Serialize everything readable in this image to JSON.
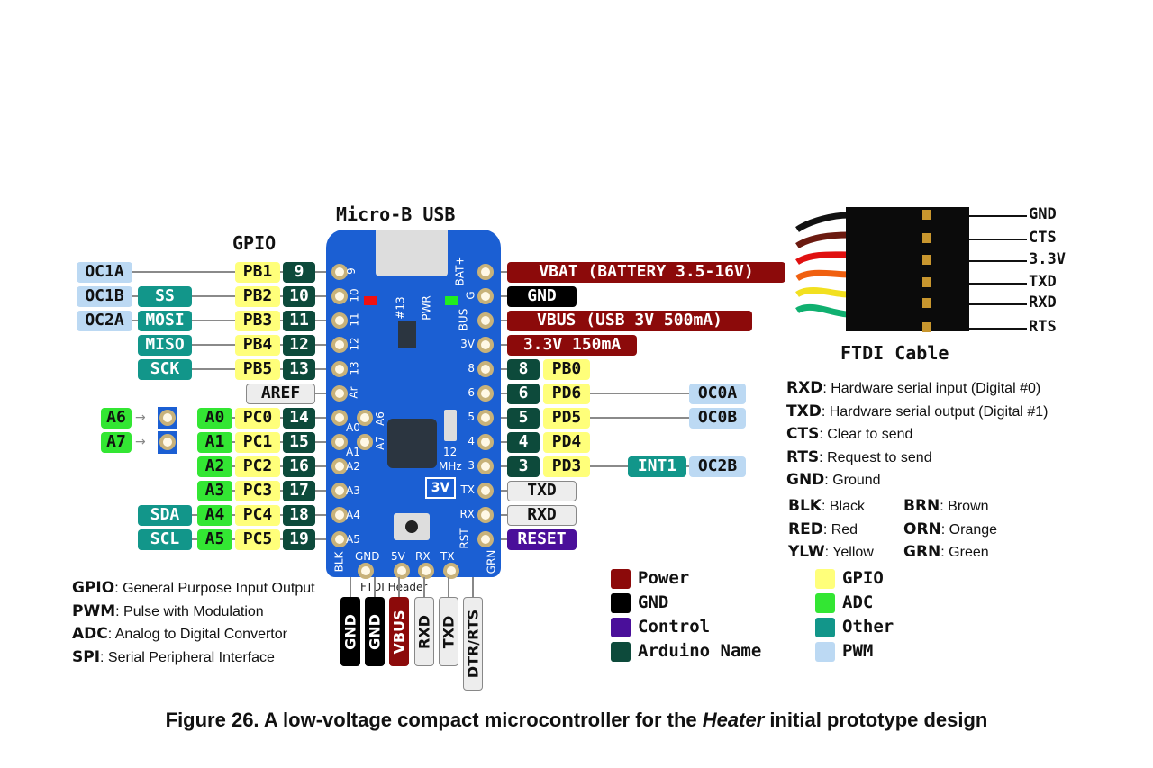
{
  "headings": {
    "usb": "Micro-B USB",
    "gpio": "GPIO",
    "ftdi_cable": "FTDI Cable",
    "ftdi_header": "FTDI Header"
  },
  "left_rows": [
    {
      "pwm": "OC1A",
      "gpio": "PB1",
      "num": "9"
    },
    {
      "pwm": "OC1B",
      "other": "SS",
      "gpio": "PB2",
      "num": "10"
    },
    {
      "pwm": "OC2A",
      "other": "MOSI",
      "gpio": "PB3",
      "num": "11"
    },
    {
      "other": "MISO",
      "gpio": "PB4",
      "num": "12"
    },
    {
      "other": "SCK",
      "gpio": "PB5",
      "num": "13"
    },
    {
      "aref": "AREF"
    },
    {
      "adc_extra": "A6",
      "adc": "A0",
      "gpio": "PC0",
      "num": "14",
      "pad": "A6"
    },
    {
      "adc_extra": "A7",
      "adc": "A1",
      "gpio": "PC1",
      "num": "15",
      "pad": "A7"
    },
    {
      "adc": "A2",
      "gpio": "PC2",
      "num": "16"
    },
    {
      "adc": "A3",
      "gpio": "PC3",
      "num": "17"
    },
    {
      "other": "SDA",
      "adc": "A4",
      "gpio": "PC4",
      "num": "18"
    },
    {
      "other": "SCL",
      "adc": "A5",
      "gpio": "PC5",
      "num": "19"
    }
  ],
  "right_rows": [
    {
      "power": "VBAT (BATTERY 3.5-16V)"
    },
    {
      "ground": "GND"
    },
    {
      "power": "VBUS (USB 3V 500mA)"
    },
    {
      "power": "3.3V 150mA"
    },
    {
      "num": "8",
      "gpio": "PB0"
    },
    {
      "num": "6",
      "gpio": "PD6",
      "pwm": "OC0A"
    },
    {
      "num": "5",
      "gpio": "PD5",
      "pwm": "OC0B"
    },
    {
      "num": "4",
      "gpio": "PD4"
    },
    {
      "num": "3",
      "gpio": "PD3",
      "other": "INT1",
      "pwm": "OC2B"
    },
    {
      "serial": "TXD"
    },
    {
      "serial": "RXD"
    },
    {
      "control": "RESET"
    }
  ],
  "board": {
    "left_pins": [
      "9",
      "10",
      "11",
      "12",
      "13",
      "Ar",
      "A0",
      "A1",
      "A2",
      "A3",
      "A4",
      "A5"
    ],
    "inner_pins": [
      "A6",
      "A7"
    ],
    "right_pins": [
      "BAT+",
      "G",
      "BUS",
      "3V",
      "8",
      "6",
      "5",
      "4",
      "3",
      "TX",
      "RX",
      "RST"
    ],
    "bottom_pins": [
      "BLK",
      "GND",
      "5V",
      "RX",
      "TX",
      "GRN"
    ],
    "led_labels": [
      "#13",
      "PWR"
    ],
    "crystal": [
      "12",
      "MHz"
    ],
    "voltage_badge": "3V"
  },
  "ftdi_header_pins": [
    {
      "label": "GND",
      "color": "#000000"
    },
    {
      "label": "GND",
      "color": "#000000"
    },
    {
      "label": "VBUS",
      "color": "#8c0a0a"
    },
    {
      "label": "RXD",
      "color": "#ededed"
    },
    {
      "label": "TXD",
      "color": "#ededed"
    },
    {
      "label": "DTR/RTS",
      "color": "#ededed"
    }
  ],
  "ftdi_cable_pins": [
    "GND",
    "CTS",
    "3.3V",
    "TXD",
    "RXD",
    "RTS"
  ],
  "ftdi_wire_colors": [
    "#111111",
    "#6b1a10",
    "#e01010",
    "#f06010",
    "#f2e020",
    "#10b070"
  ],
  "definitions": [
    {
      "term": "RXD",
      "text": ": Hardware serial input (Digital #0)"
    },
    {
      "term": "TXD",
      "text": ": Hardware serial output (Digital #1)"
    },
    {
      "term": "CTS",
      "text": ": Clear to send"
    },
    {
      "term": "RTS",
      "text": ": Request to send"
    },
    {
      "term": "GND",
      "text": ": Ground"
    }
  ],
  "wire_colors": [
    {
      "term": "BLK",
      "text": ": Black"
    },
    {
      "term": "BRN",
      "text": ": Brown"
    },
    {
      "term": "RED",
      "text": ": Red"
    },
    {
      "term": "ORN",
      "text": ": Orange"
    },
    {
      "term": "YLW",
      "text": ": Yellow"
    },
    {
      "term": "GRN",
      "text": ": Green"
    }
  ],
  "abbreviations": [
    {
      "term": "GPIO",
      "text": ": General Purpose Input Output"
    },
    {
      "term": "PWM",
      "text": ": Pulse with Modulation"
    },
    {
      "term": "ADC",
      "text": ": Analog to Digital Convertor"
    },
    {
      "term": "SPI",
      "text": ": Serial Peripheral Interface"
    }
  ],
  "legend": [
    {
      "label": "Power",
      "color": "#8c0a0a"
    },
    {
      "label": "GND",
      "color": "#000000"
    },
    {
      "label": "Control",
      "color": "#4a0f9a"
    },
    {
      "label": "Arduino Name",
      "color": "#0d4a3b"
    },
    {
      "label": "GPIO",
      "color": "#ffff7a"
    },
    {
      "label": "ADC",
      "color": "#33e633"
    },
    {
      "label": "Other",
      "color": "#12968a"
    },
    {
      "label": "PWM",
      "color": "#bcd9f3"
    }
  ],
  "caption": {
    "prefix": "Figure 26. A low-voltage compact microcontroller for the ",
    "italic": "Heater",
    "suffix": " initial prototype design"
  }
}
